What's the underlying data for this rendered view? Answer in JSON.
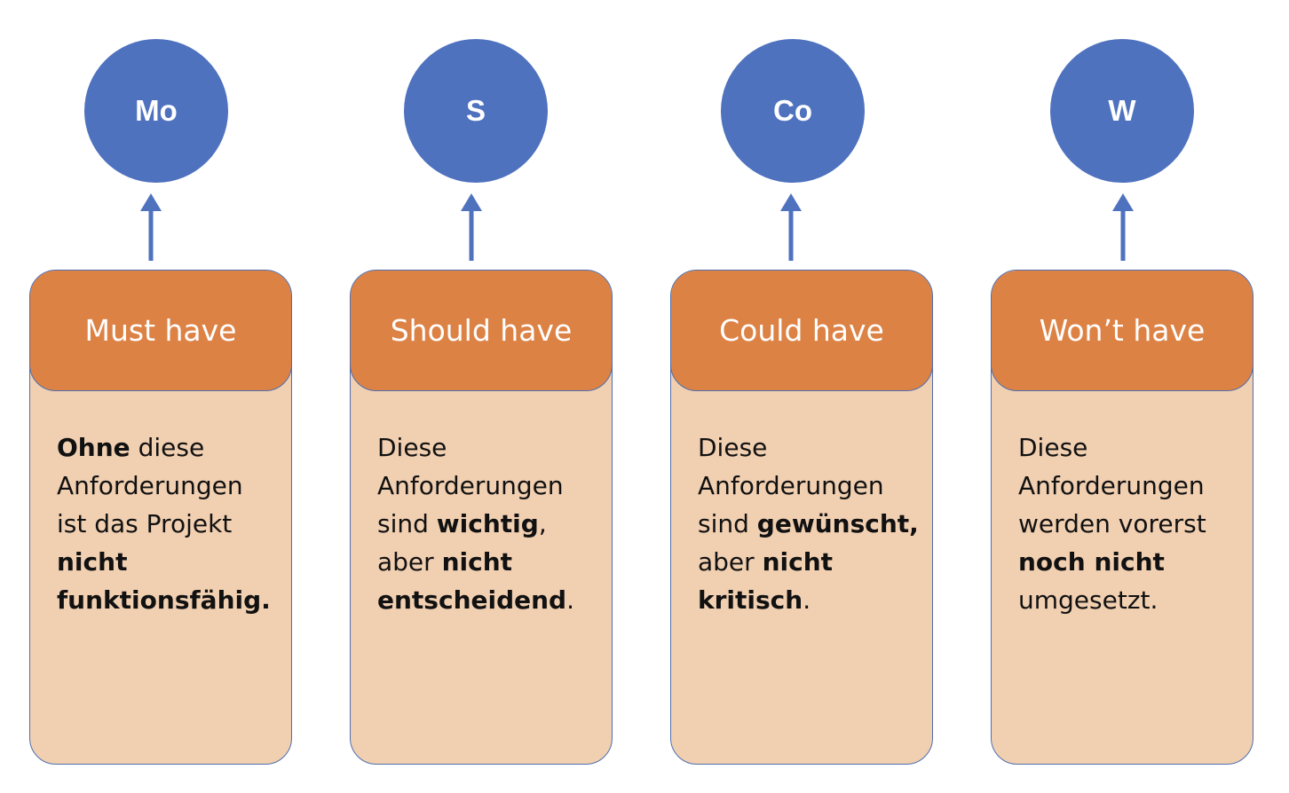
{
  "columns": [
    {
      "circle_label": "Mo",
      "title": "Must have",
      "description": [
        {
          "text": "Ohne",
          "bold": true
        },
        {
          "text": " diese Anforderungen ist das Projekt ",
          "bold": false
        },
        {
          "text": "nicht funktionsfähig.",
          "bold": true
        }
      ]
    },
    {
      "circle_label": "S",
      "title": "Should have",
      "description": [
        {
          "text": "Diese Anforderungen sind ",
          "bold": false
        },
        {
          "text": "wichtig",
          "bold": true
        },
        {
          "text": ", aber ",
          "bold": false
        },
        {
          "text": "nicht entscheidend",
          "bold": true
        },
        {
          "text": ".",
          "bold": false
        }
      ]
    },
    {
      "circle_label": "Co",
      "title": "Could have",
      "description": [
        {
          "text": "Diese Anforderungen sind ",
          "bold": false
        },
        {
          "text": "gewünscht,",
          "bold": true
        },
        {
          "text": " aber ",
          "bold": false
        },
        {
          "text": "nicht kritisch",
          "bold": true
        },
        {
          "text": ".",
          "bold": false
        }
      ]
    },
    {
      "circle_label": "W",
      "title": "Won’t have",
      "description": [
        {
          "text": "Diese Anforderungen werden vorerst ",
          "bold": false
        },
        {
          "text": "noch nicht",
          "bold": true
        },
        {
          "text": " umgesetzt.",
          "bold": false
        }
      ]
    }
  ],
  "colors": {
    "circle": "#4f72bf",
    "arrow": "#4f72bf",
    "header": "#dd8245",
    "card": "#f1cfb1",
    "border": "#4f6fae"
  }
}
